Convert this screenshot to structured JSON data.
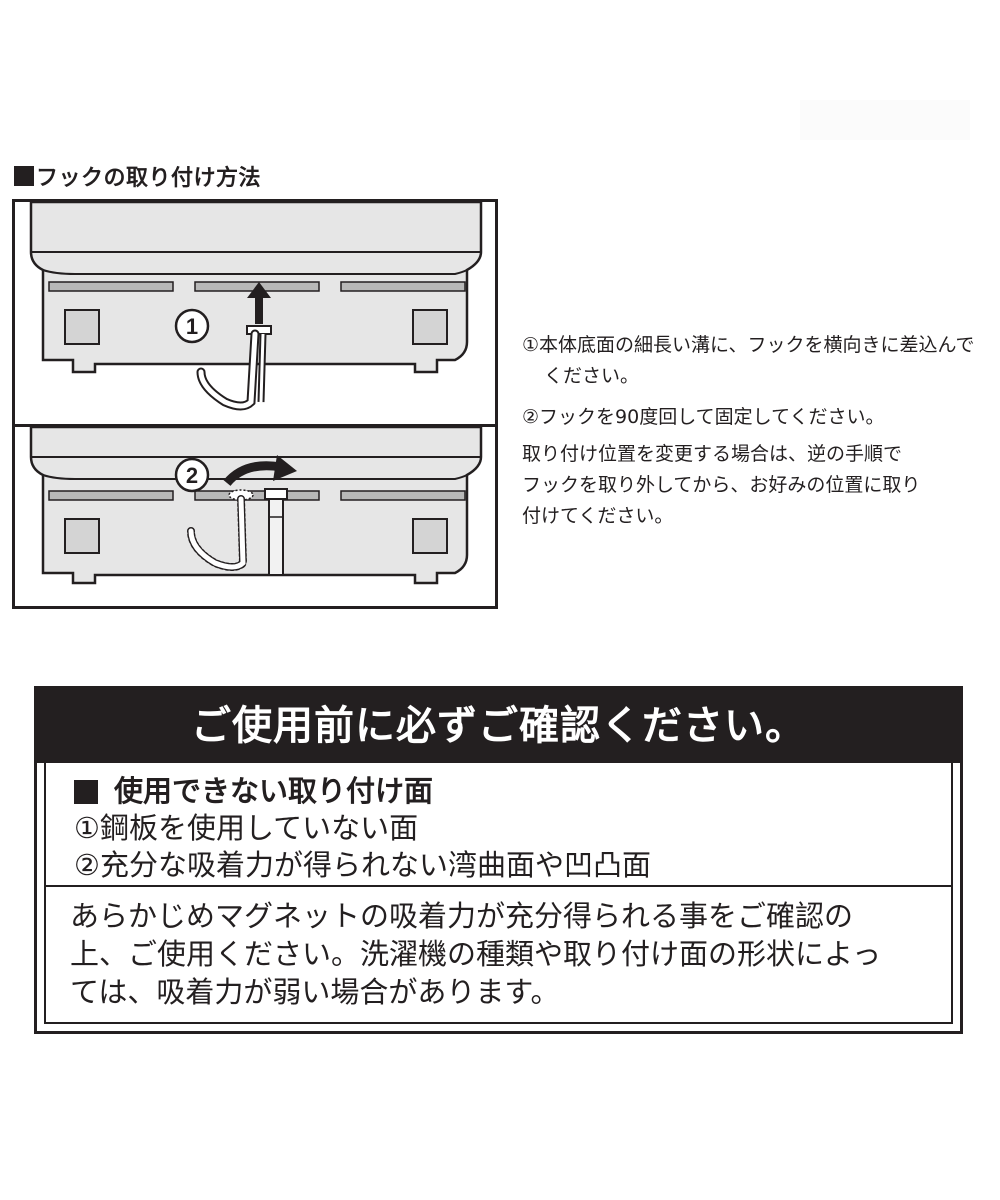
{
  "hook_section": {
    "title": "フックの取り付け方法",
    "diagram": {
      "step1_marker": "1",
      "step2_marker": "2"
    },
    "instructions": {
      "step1": "①本体底面の細長い溝に、フックを横向きに差込んでください。",
      "step2": "②フックを90度回して固定してください。",
      "note": "取り付け位置を変更する場合は、逆の手順で\nフックを取り外してから、お好みの位置に取り\n付けてください。"
    }
  },
  "notice": {
    "header": "ご使用前に必ずご確認ください。",
    "unusable_heading": "使用できない取り付け面",
    "unusable_items": [
      "①鋼板を使用していない面",
      "②充分な吸着力が得られない湾曲面や凹凸面"
    ],
    "caution": "あらかじめマグネットの吸着力が充分得られる事をご確認の\n上、ご使用ください。洗濯機の種類や取り付け面の形状によっ\nては、吸着力が弱い場合があります。"
  },
  "colors": {
    "ink": "#231f20",
    "panel_gray": "#e6e6e6",
    "slot_gray": "#b8b8b8"
  },
  "icons": [
    "arrow-up-icon",
    "curved-arrow-icon",
    "hook-icon"
  ]
}
